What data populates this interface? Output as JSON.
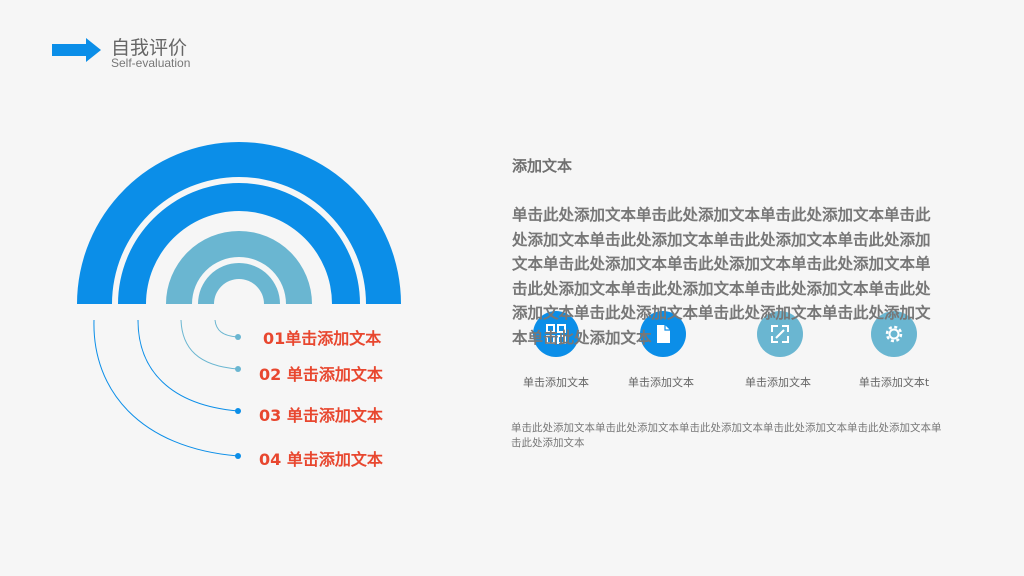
{
  "header": {
    "title_zh": "自我评价",
    "title_en": "Self-evaluation"
  },
  "colors": {
    "blue": "#0b8ee8",
    "teal": "#6ab6d1",
    "red": "#e8472f",
    "gray_text": "#777777",
    "background": "#f6f6f6"
  },
  "list_items": [
    {
      "label": "01单击添加文本"
    },
    {
      "label": "02  单击添加文本"
    },
    {
      "label": "03  单击添加文本"
    },
    {
      "label": "04  单击添加文本"
    }
  ],
  "content": {
    "heading": "添加文本",
    "paragraph": "单击此处添加文本单击此处添加文本单击此处添加文本单击此处添加文本单击此处添加文本单击此处添加文本单击此处添加文本单击此处添加文本单击此处添加文本单击此处添加文本单击此处添加文本单击此处添加文本单击此处添加文本单击此处添加文本单击此处添加文本单击此处添加文本单击此处添加文本单击此处添加文本",
    "bottom_text": "单击此处添加文本单击此处添加文本单击此处添加文本单击此处添加文本单击此处添加文本单击此处添加文本"
  },
  "icons": [
    {
      "name": "grid-icon",
      "caption": "单击添加文本"
    },
    {
      "name": "document-icon",
      "caption": "单击添加文本"
    },
    {
      "name": "expand-icon",
      "caption": "单击添加文本"
    },
    {
      "name": "gear-icon",
      "caption": "单击添加文本t"
    }
  ]
}
